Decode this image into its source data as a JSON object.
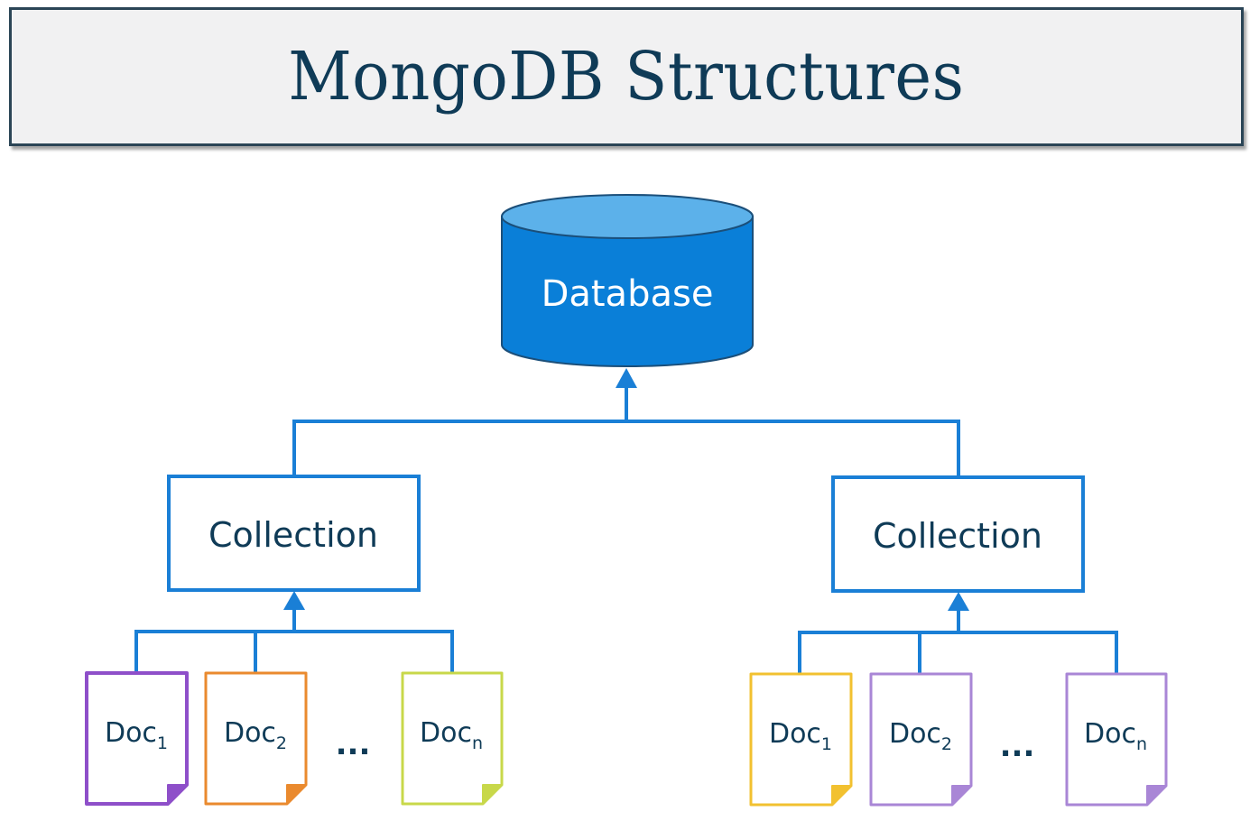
{
  "title": "MongoDB Structures",
  "database": {
    "label": "Database"
  },
  "collections": [
    {
      "label": "Collection",
      "docs": [
        {
          "base": "Doc",
          "sub": "1",
          "color": "#8e4fc9"
        },
        {
          "base": "Doc",
          "sub": "2",
          "color": "#ea8a2e"
        },
        {
          "base": "Doc",
          "sub": "n",
          "color": "#c8d84a"
        }
      ],
      "ellipsis": "..."
    },
    {
      "label": "Collection",
      "docs": [
        {
          "base": "Doc",
          "sub": "1",
          "color": "#f2c130"
        },
        {
          "base": "Doc",
          "sub": "2",
          "color": "#a986d6"
        },
        {
          "base": "Doc",
          "sub": "n",
          "color": "#a986d6"
        }
      ],
      "ellipsis": "..."
    }
  ],
  "colors": {
    "connector": "#1a7fd6",
    "database_fill": "#0a7fd8",
    "database_top": "#5cb1ea",
    "database_stroke": "#1b4f7a",
    "collection_border": "#1a7fd6",
    "text_dark": "#0f3b57",
    "title_border": "#2b4556"
  }
}
